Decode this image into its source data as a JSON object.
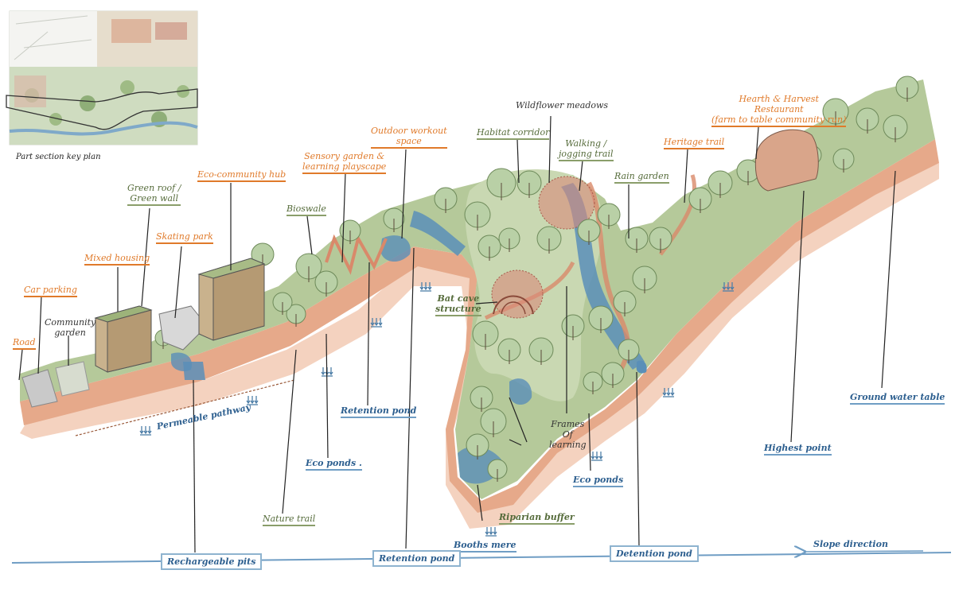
{
  "key_plan": {
    "caption": "Part section key plan"
  },
  "labels": {
    "road": "Road",
    "car_parking": "Car parking",
    "community_garden": "Community\ngarden",
    "mixed_housing": "Mixed housing",
    "skating_park": "Skating park",
    "green_roof": "Green roof /\nGreen wall",
    "eco_hub": "Eco-community hub",
    "bioswale": "Bioswale",
    "sensory_garden": "Sensory garden &\nlearning playscape",
    "outdoor_workout": "Outdoor workout\nspace",
    "habitat_corridor": "Habitat corridor",
    "wildflower": "Wildflower meadows",
    "walking_trail": "Walking /\njogging trail",
    "rain_garden": "Rain garden",
    "heritage_trail": "Heritage trail",
    "restaurant": "Hearth & Harvest\nRestaurant\n(farm to table community run)",
    "bat_cave": "Bat cave\nstructure",
    "frames": "Frames\nOf\nlearning",
    "permeable_pathway": "Permeable pathway",
    "retention_pond_mid": "Retention pond",
    "eco_ponds_left": "Eco ponds .",
    "nature_trail": "Nature trail",
    "riparian_buffer": "Riparian buffer",
    "booths_mere": "Booths mere",
    "eco_ponds_right": "Eco ponds",
    "highest_point": "Highest point",
    "ground_water": "Ground water table",
    "rechargeable_pits": "Rechargeable pits",
    "retention_pond_bottom": "Retention pond",
    "detention_pond": "Detention pond",
    "slope_direction": "Slope direction"
  },
  "colors": {
    "orange_label": "#e07a2a",
    "green_label": "#556b3a",
    "blue_label": "#2d5f8f",
    "soil": "#e6a98a",
    "ground": "#f3cdb8",
    "grass": "#a7bd8a",
    "water": "#5a8fb8",
    "tree": "#b9d0a6",
    "building": "#c9b28d"
  }
}
